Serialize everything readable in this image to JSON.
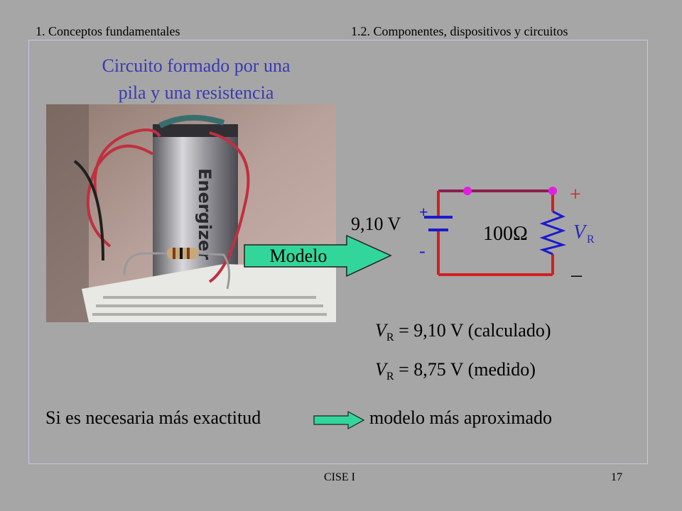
{
  "header": {
    "section": "1. Conceptos fundamentales",
    "subsection": "1.2. Componentes, dispositivos y circuitos"
  },
  "slide": {
    "title_line1": "Circuito formado por una",
    "title_line2": "pila y una resistencia",
    "model_label": "Modelo",
    "circuit": {
      "voltage_source": "9,10 V",
      "source_plus": "+",
      "source_minus": "-",
      "resistance": "100Ω",
      "vr_symbol": "V",
      "vr_subscript": "R",
      "vr_plus": "+",
      "vr_minus": "–"
    },
    "equation_calculated": {
      "symbol": "V",
      "subscript": "R",
      "value": " = 9,10 V (calculado)"
    },
    "equation_measured": {
      "symbol": "V",
      "subscript": "R",
      "value": " = 8,75 V (medido)"
    },
    "bottom_left": "Si es necesaria más exactitud",
    "bottom_right": "modelo más aproximado"
  },
  "footer": {
    "center": "CISE I",
    "page": "17"
  },
  "colors": {
    "background": "#a6a6a6",
    "title": "#3a3ab4",
    "wire_top": "#8b1f4e",
    "wire_side": "#d02020",
    "resistor": "#1a1ad0",
    "node": "#e020e0",
    "arrow_fill": "#33d69a",
    "vr_color": "#2a2ab0"
  }
}
